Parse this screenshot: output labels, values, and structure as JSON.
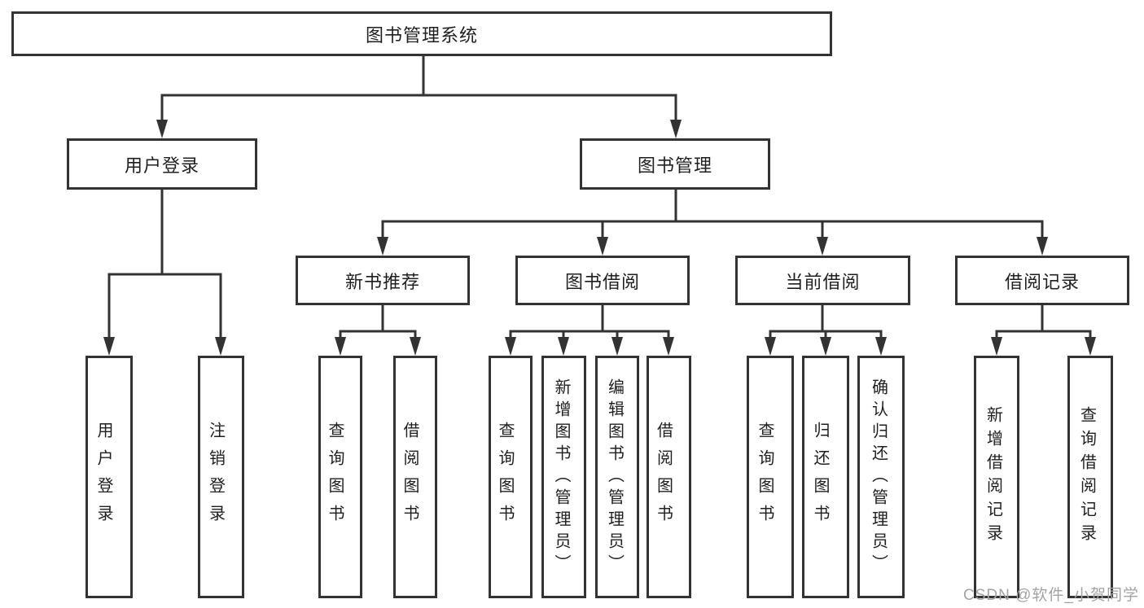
{
  "diagram": {
    "tree": {
      "label": "图书管理系统",
      "children": [
        {
          "label": "用户登录",
          "children": [
            {
              "label": "用户登录"
            },
            {
              "label": "注销登录"
            }
          ]
        },
        {
          "label": "图书管理",
          "children": [
            {
              "label": "新书推荐",
              "children": [
                {
                  "label": "查询图书"
                },
                {
                  "label": "借阅图书"
                }
              ]
            },
            {
              "label": "图书借阅",
              "children": [
                {
                  "label": "查询图书"
                },
                {
                  "label": "新增图书（管理员）"
                },
                {
                  "label": "编辑图书（管理员）"
                },
                {
                  "label": "借阅图书"
                }
              ]
            },
            {
              "label": "当前借阅",
              "children": [
                {
                  "label": "查询图书"
                },
                {
                  "label": "归还图书"
                },
                {
                  "label": "确认归还（管理员）"
                }
              ]
            },
            {
              "label": "借阅记录",
              "children": [
                {
                  "label": "新增借阅记录"
                },
                {
                  "label": "查询借阅记录"
                }
              ]
            }
          ]
        }
      ]
    },
    "colors": {
      "line": "#333333",
      "text": "#1f1f1f",
      "box_background": "#ffffff",
      "page_background": "#ffffff",
      "watermark": "#a3a3a3"
    }
  },
  "watermark": {
    "text": "CSDN @软件_小贺同学"
  }
}
